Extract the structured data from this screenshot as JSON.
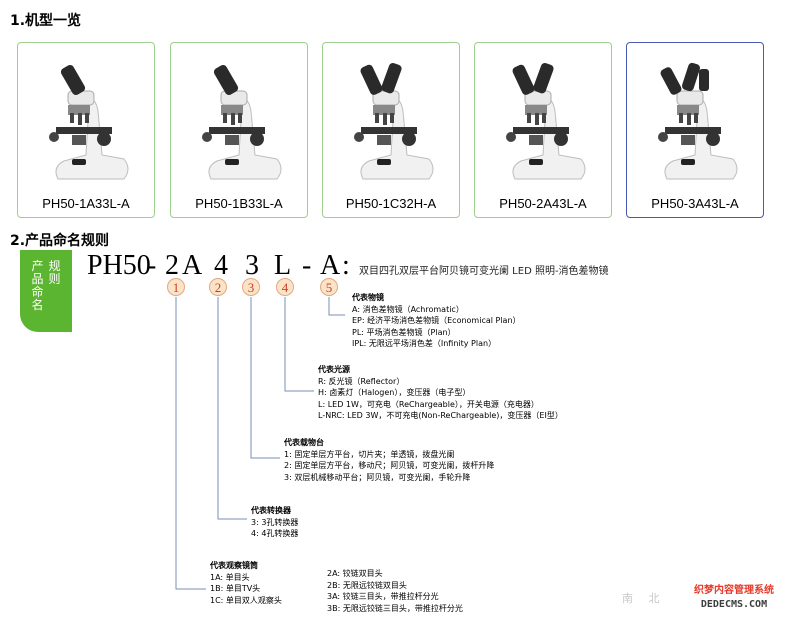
{
  "section1_title": "1.机型一览",
  "section2_title": "2.产品命名规则",
  "models": [
    {
      "name": "PH50-1A33L-A",
      "heads": 1,
      "selected": false
    },
    {
      "name": "PH50-1B33L-A",
      "heads": 1,
      "selected": false
    },
    {
      "name": "PH50-1C32H-A",
      "heads": 2,
      "selected": false
    },
    {
      "name": "PH50-2A43L-A",
      "heads": 2,
      "selected": false
    },
    {
      "name": "PH50-3A43L-A",
      "heads": 3,
      "selected": true
    }
  ],
  "tag": {
    "col1": "产品命名",
    "col2": "规则"
  },
  "model_code": {
    "prefix": "PH50",
    "dash1": "-",
    "c1": "2",
    "c2": "A",
    "c3": "4",
    "c4": "3",
    "c5": "L",
    "dash2": "-",
    "c6": "A",
    "colon": ":"
  },
  "model_desc": "双目四孔双层平台阿贝镜可变光阑 LED 照明-消色差物镜",
  "markers": [
    "1",
    "2",
    "3",
    "4",
    "5"
  ],
  "groups": {
    "objective": {
      "title": "代表物镜",
      "items": [
        "A:    消色差物镜（Achromatic）",
        "EP:   经济平场消色差物镜（Economical Plan）",
        "PL:   平场消色差物镜（Plan）",
        "IPL:  无限远平场消色差（Infinity Plan）"
      ]
    },
    "light": {
      "title": "代表光源",
      "items": [
        "R:    反光镜（Reflector）",
        "H:    卤素灯（Halogen），变压器（电子型）",
        "L:    LED 1W，可充电（ReChargeable），开关电源（充电器）",
        "L-NRC: LED 3W，不可充电(Non-ReChargeable)，变压器（EI型）"
      ]
    },
    "stage": {
      "title": "代表载物台",
      "items": [
        "1:  固定单层方平台，切片夹；单透镜，拨盘光阑",
        "2:  固定单层方平台，移动尺；阿贝镜，可变光阑，拨杆升降",
        "3:  双层机械移动平台；阿贝镜，可变光阑，手轮升降"
      ]
    },
    "nosepiece": {
      "title": "代表转换器",
      "items": [
        "3:  3孔转换器",
        "4:  4孔转换器"
      ]
    },
    "head": {
      "title": "代表观察镜筒",
      "items": [
        "1A:   单目头",
        "1B:   单目TV头",
        "1C:   单目双人观察头"
      ]
    },
    "head2": {
      "items": [
        "2A:   铰链双目头",
        "2B:   无限远铰链双目头",
        "3A:   铰链三目头，带推拉杆分光",
        "3B:   无限远铰链三目头，带推拉杆分光"
      ]
    }
  },
  "watermark": {
    "faint": "南 北",
    "line1": "织梦内容管理系统",
    "line2": "DEDECMS.COM"
  },
  "colors": {
    "card_border": "#9fcf8f",
    "card_selected_border": "#4a5ab0",
    "tag_bg": "#5cb531",
    "marker_fill": "#fbe3c8",
    "marker_text": "#c9402a",
    "leader_line": "#7a8fb8"
  }
}
